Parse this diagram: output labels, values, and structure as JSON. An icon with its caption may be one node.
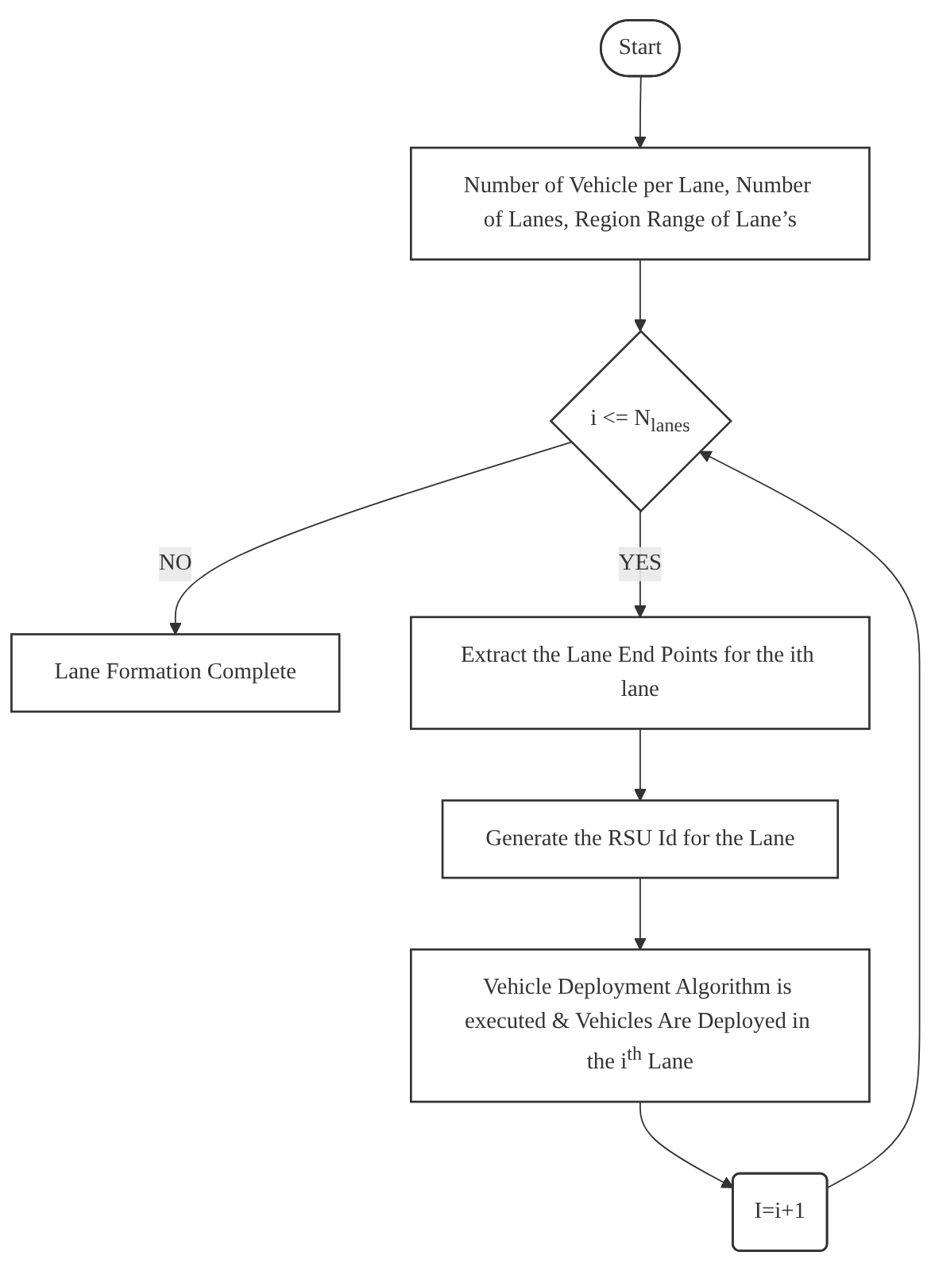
{
  "diagram": {
    "nodes": [
      {
        "text": [
          "Start"
        ]
      },
      {
        "text": [
          "Number of Vehicle per Lane, Number of Lanes, Region Range of Lane’s"
        ]
      },
      {
        "text": [
          "i <= N$_{lanes}$"
        ]
      },
      {
        "text": [
          "Lane Formation Complete"
        ]
      },
      {
        "text": [
          "Extract the Lane End Points for the ith lane"
        ]
      },
      {
        "text": [
          "Generate the RSU Id for the Lane"
        ]
      },
      {
        "text": [
          "Vehicle Deployment Algorithm is executed & Vehicles Are Deployed in the i$^{th}$ Lane"
        ]
      },
      {
        "text": [
          "I=i+1"
        ]
      }
    ],
    "edges": [
      {
        "from": 0,
        "to": 1,
        "arrow": "to"
      },
      {
        "from": 1,
        "to": 2,
        "arrow": "to"
      },
      {
        "from": 2,
        "to": 3,
        "arrow": "to",
        "label": "NO"
      },
      {
        "from": 2,
        "to": 4,
        "arrow": "to",
        "label": "YES"
      },
      {
        "from": 4,
        "to": 5,
        "arrow": "to"
      },
      {
        "from": 5,
        "to": 6,
        "arrow": "to"
      },
      {
        "from": 6,
        "to": 7,
        "arrow": "to"
      },
      {
        "from": 7,
        "to": 2,
        "arrow": "to"
      }
    ]
  }
}
